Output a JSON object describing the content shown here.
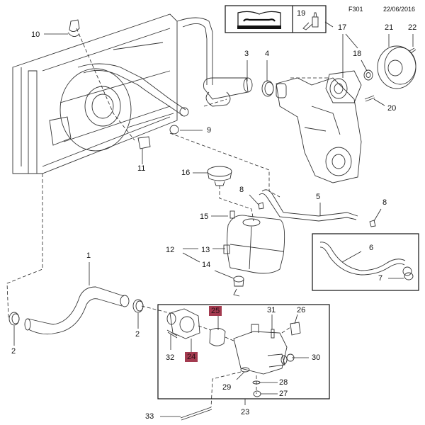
{
  "header": {
    "diagram_code": "F301",
    "date": "22/06/2016",
    "icons": [
      {
        "name": "repair-manual-icon",
        "desc": "open book with wrench"
      },
      {
        "name": "sealant-tube-icon",
        "ref": "19"
      }
    ]
  },
  "highlight_color": "#a33a4f",
  "callouts": [
    {
      "id": "c1",
      "text": "1"
    },
    {
      "id": "c2a",
      "text": "2"
    },
    {
      "id": "c2b",
      "text": "2"
    },
    {
      "id": "c3",
      "text": "3"
    },
    {
      "id": "c4",
      "text": "4"
    },
    {
      "id": "c5",
      "text": "5"
    },
    {
      "id": "c6",
      "text": "6"
    },
    {
      "id": "c7",
      "text": "7"
    },
    {
      "id": "c8a",
      "text": "8"
    },
    {
      "id": "c8b",
      "text": "8"
    },
    {
      "id": "c9",
      "text": "9"
    },
    {
      "id": "c10",
      "text": "10"
    },
    {
      "id": "c11",
      "text": "11"
    },
    {
      "id": "c12",
      "text": "12"
    },
    {
      "id": "c13",
      "text": "13"
    },
    {
      "id": "c14",
      "text": "14"
    },
    {
      "id": "c15",
      "text": "15"
    },
    {
      "id": "c16",
      "text": "16"
    },
    {
      "id": "c17",
      "text": "17"
    },
    {
      "id": "c18",
      "text": "18"
    },
    {
      "id": "c19",
      "text": "19"
    },
    {
      "id": "c20",
      "text": "20"
    },
    {
      "id": "c21",
      "text": "21"
    },
    {
      "id": "c22",
      "text": "22"
    },
    {
      "id": "c23",
      "text": "23"
    },
    {
      "id": "c24",
      "text": "24",
      "highlighted": true
    },
    {
      "id": "c25",
      "text": "25",
      "highlighted": true
    },
    {
      "id": "c26",
      "text": "26"
    },
    {
      "id": "c27",
      "text": "27"
    },
    {
      "id": "c28",
      "text": "28"
    },
    {
      "id": "c29",
      "text": "29"
    },
    {
      "id": "c30",
      "text": "30"
    },
    {
      "id": "c31",
      "text": "31"
    },
    {
      "id": "c32",
      "text": "32"
    },
    {
      "id": "c33",
      "text": "33"
    }
  ]
}
